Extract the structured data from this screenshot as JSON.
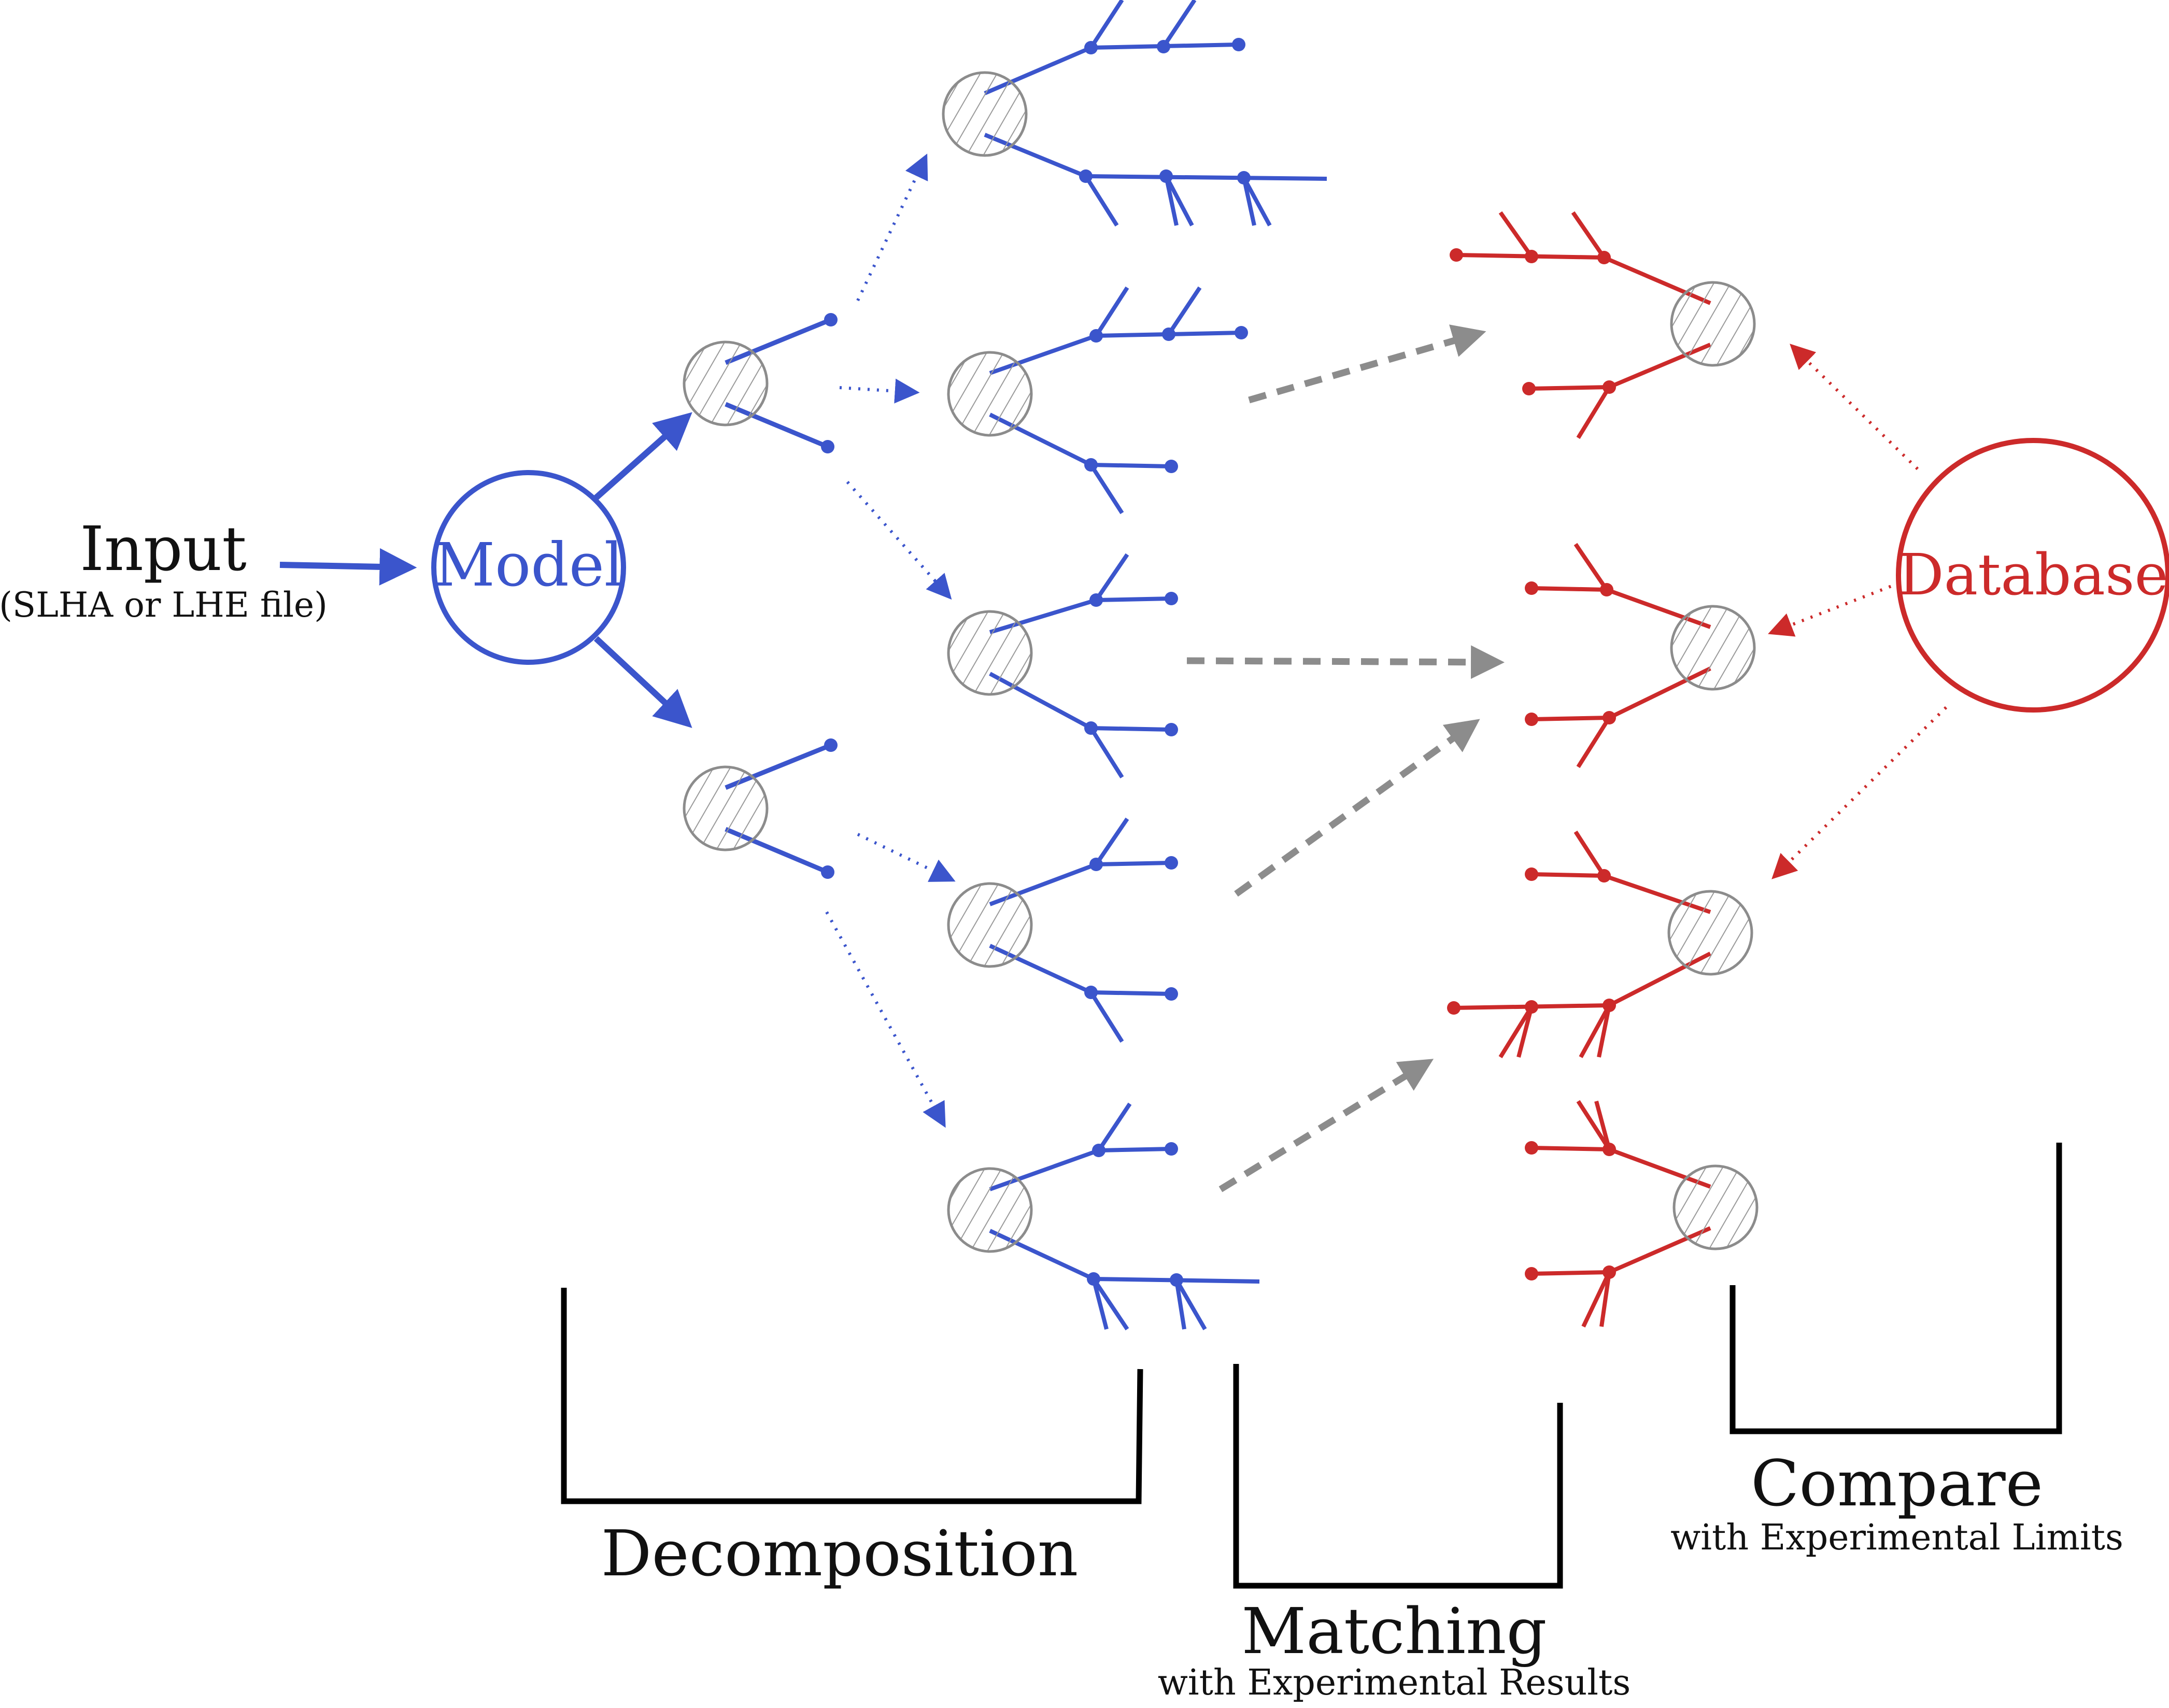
{
  "input": {
    "title": "Input",
    "subtitle": "(SLHA or LHE file)"
  },
  "model": {
    "label": "Model"
  },
  "database": {
    "label": "Database"
  },
  "stages": {
    "decomposition": {
      "title": "Decomposition"
    },
    "matching": {
      "title": "Matching",
      "subtitle": "with Experimental Results"
    },
    "compare": {
      "title": "Compare",
      "subtitle": "with Experimental Limits"
    }
  },
  "colors": {
    "model": "#3b55cc",
    "database": "#cc2a2a",
    "bubble": "#8c8c8c",
    "arrow": "#8c8c8c",
    "bracket": "#000000",
    "text": "#111111"
  }
}
